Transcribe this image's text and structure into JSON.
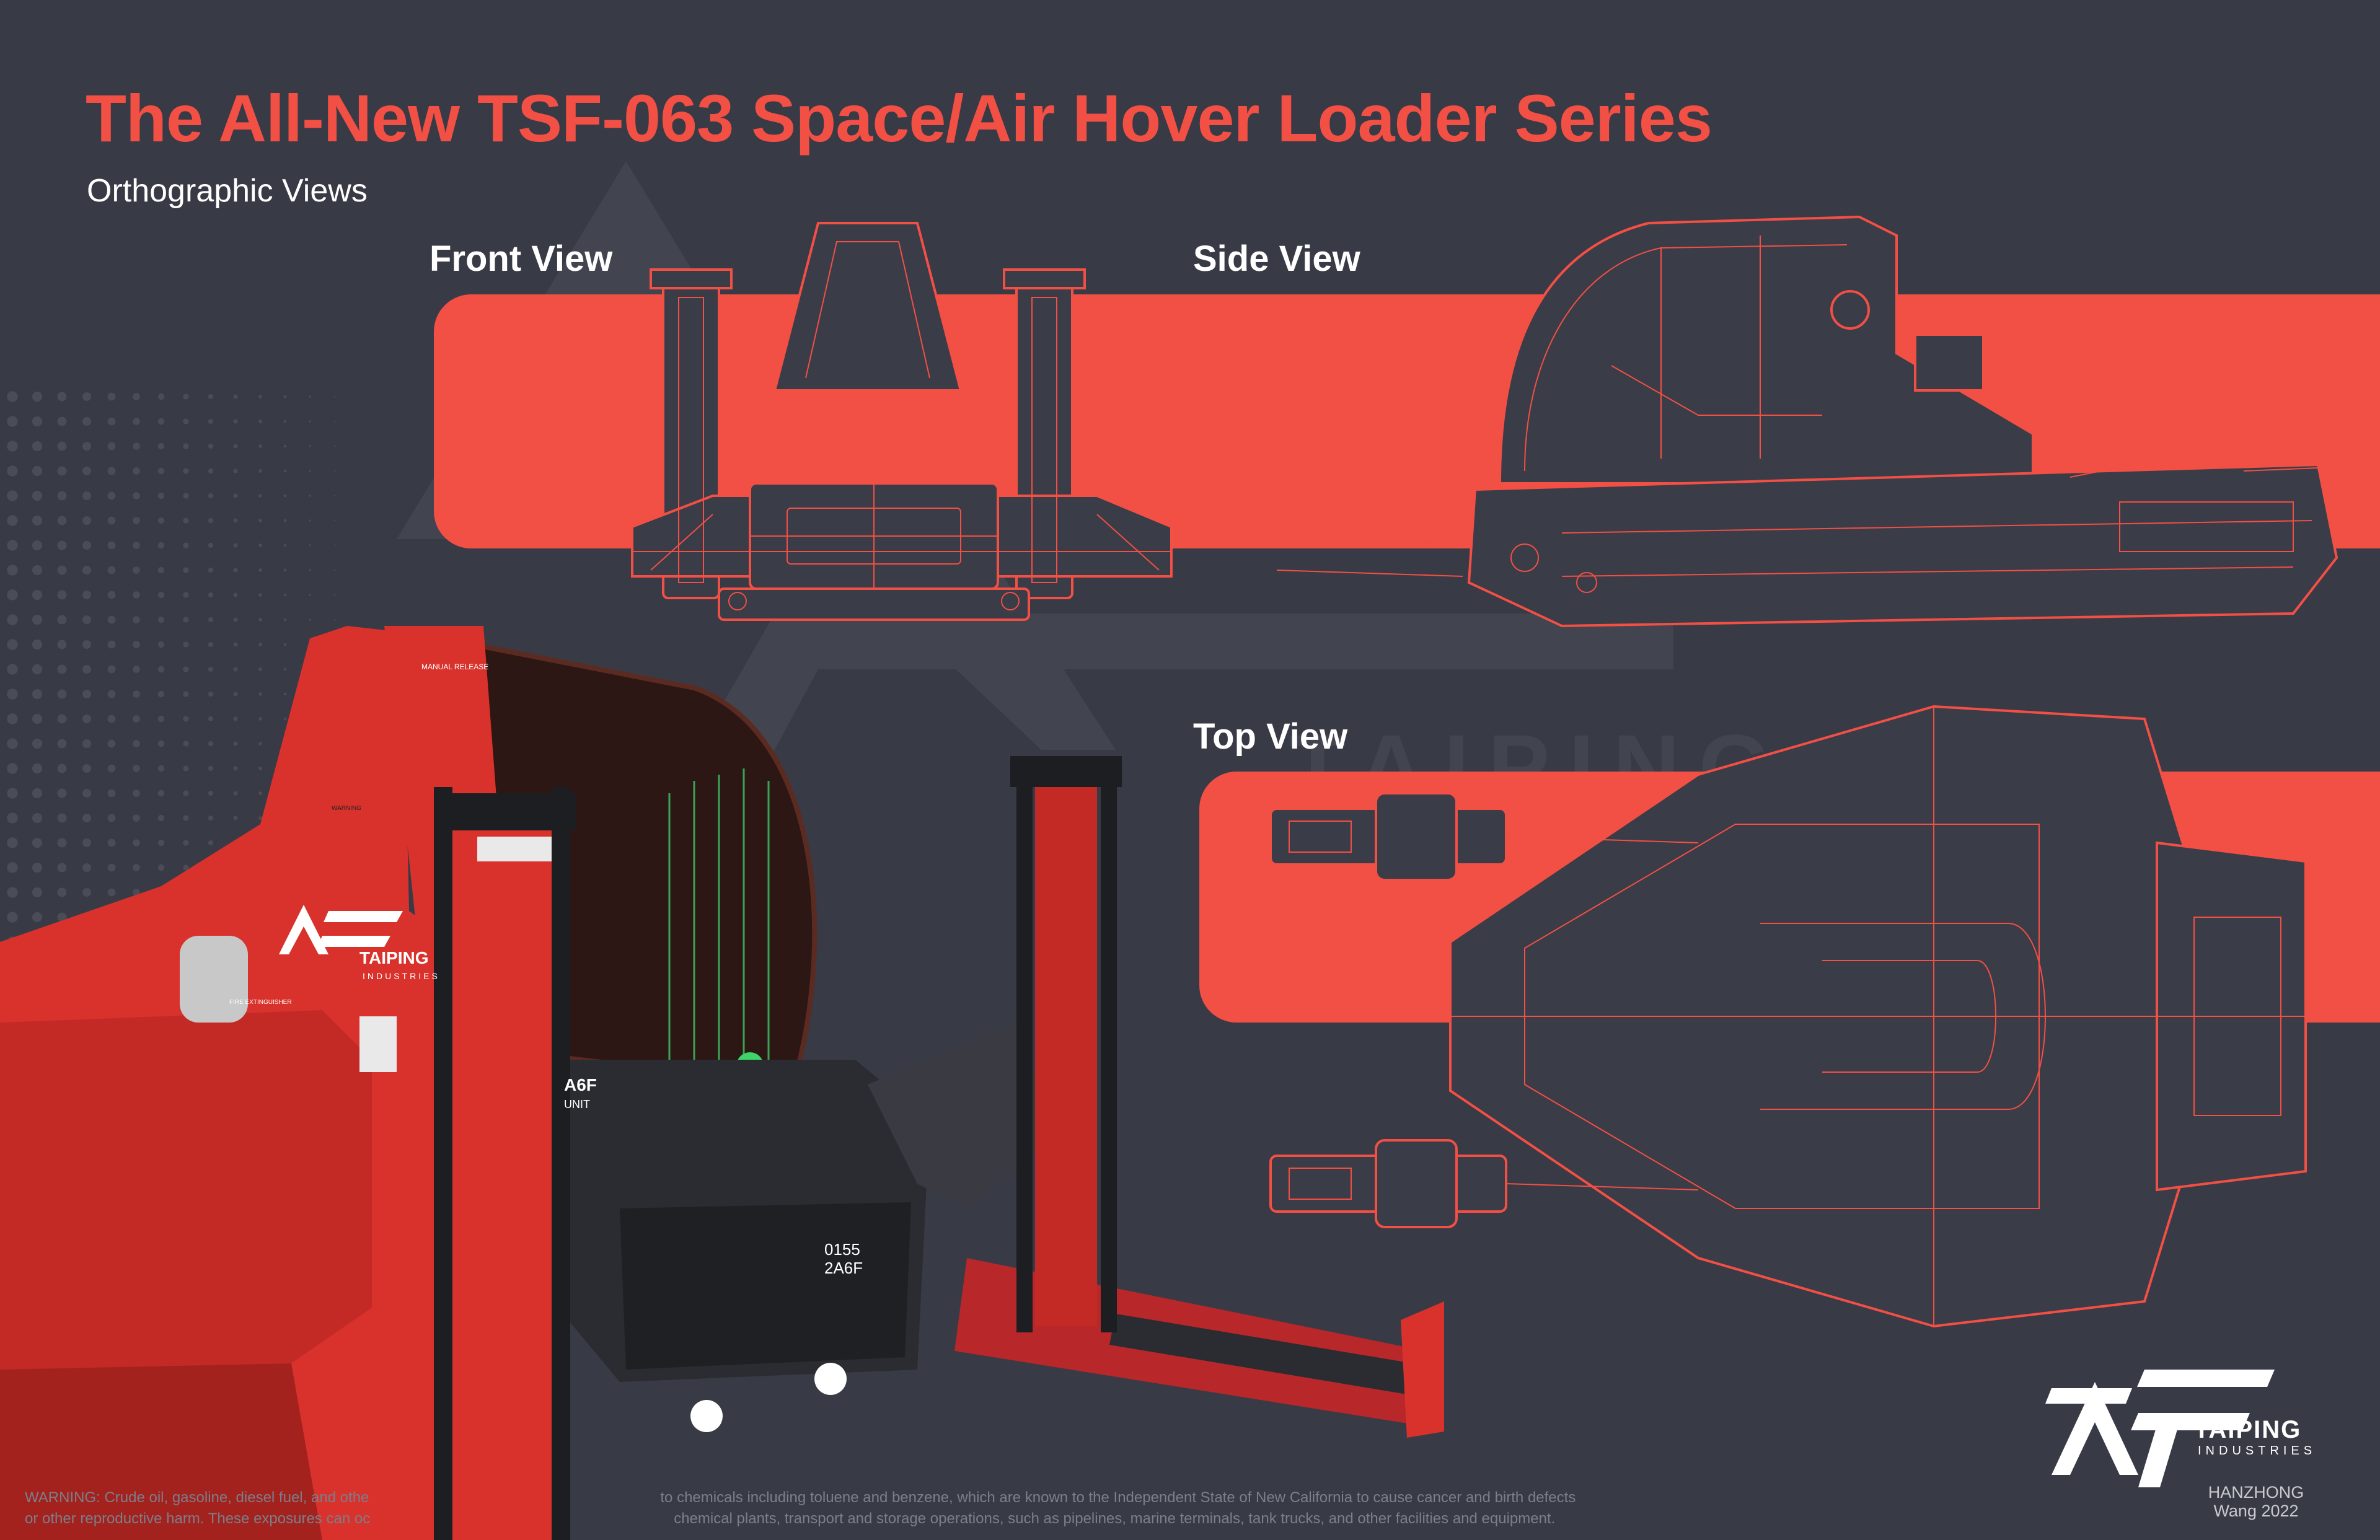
{
  "header": {
    "title": "The All-New TSF-063 Space/Air Hover Loader Series",
    "subtitle": "Orthographic Views"
  },
  "views": {
    "front": "Front View",
    "side": "Side View",
    "top": "Top View"
  },
  "watermark_text": "TAIPING",
  "render": {
    "markings": {
      "manual_release": "MANUAL RELEASE",
      "warning": "WARNING",
      "fire_extinguisher": "FIRE EXTINGUISHER",
      "unit_code": "2A6F",
      "unit_label": "UNIT",
      "unit_number": "0155",
      "side_code": "A6F"
    }
  },
  "logo": {
    "name": "TAIPING",
    "sub": "INDUSTRIES"
  },
  "credit": {
    "line1": "HANZHONG",
    "line2": "Wang 2022"
  },
  "warning": {
    "line1": "WARNING: Crude oil, gasoline, diesel fuel, and othe",
    "line1b": "to chemicals including toluene and benzene, which are known to the Independent State of New California to cause cancer and birth defects",
    "line2": "or other reproductive harm. These exposures can oc",
    "line2b": "chemical plants, transport and storage operations, such as pipelines, marine terminals, tank trucks, and other facilities and equipment."
  },
  "colors": {
    "background": "#383a45",
    "accent": "#f24f45",
    "vehicle_red": "#d9322c",
    "frame_dark": "#2b2c31",
    "canopy_green": "#3fd46a"
  }
}
